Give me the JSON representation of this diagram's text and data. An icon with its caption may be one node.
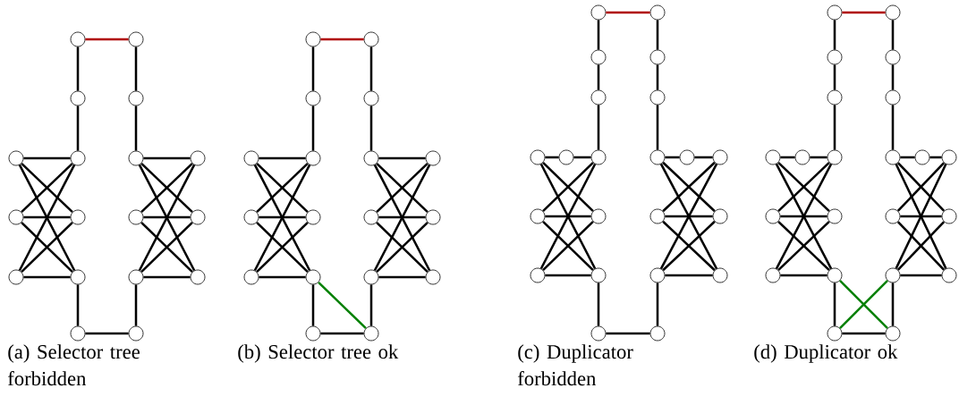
{
  "diagram": {
    "nodes": [
      {
        "text": [],
        "shape": "circle"
      },
      {
        "text": [],
        "shape": "circle"
      },
      {
        "text": [],
        "shape": "circle"
      },
      {
        "text": [],
        "shape": "circle"
      },
      {
        "text": [],
        "shape": "circle"
      },
      {
        "text": [],
        "shape": "circle"
      },
      {
        "text": [],
        "shape": "circle"
      },
      {
        "text": [],
        "shape": "circle"
      },
      {
        "text": [],
        "shape": "circle"
      },
      {
        "text": [],
        "shape": "circle"
      },
      {
        "text": [],
        "shape": "circle"
      },
      {
        "text": [],
        "shape": "circle"
      },
      {
        "text": [],
        "shape": "circle"
      },
      {
        "text": [],
        "shape": "circle"
      },
      {
        "text": [],
        "shape": "circle"
      },
      {
        "text": [],
        "shape": "circle"
      },
      {
        "text": [],
        "shape": "circle"
      },
      {
        "text": [],
        "shape": "circle"
      },
      {
        "text": [],
        "shape": "circle"
      },
      {
        "text": [],
        "shape": "circle"
      },
      {
        "text": [],
        "shape": "circle"
      },
      {
        "text": [],
        "shape": "circle"
      },
      {
        "text": [],
        "shape": "circle"
      },
      {
        "text": [],
        "shape": "circle"
      },
      {
        "text": [],
        "shape": "circle"
      },
      {
        "text": [],
        "shape": "circle"
      },
      {
        "text": [],
        "shape": "circle"
      },
      {
        "text": [],
        "shape": "circle"
      },
      {
        "text": [],
        "shape": "circle"
      },
      {
        "text": [],
        "shape": "circle"
      },
      {
        "text": [],
        "shape": "circle"
      },
      {
        "text": [],
        "shape": "circle"
      },
      {
        "text": [],
        "shape": "circle"
      },
      {
        "text": [],
        "shape": "circle"
      },
      {
        "text": [],
        "shape": "circle"
      },
      {
        "text": [],
        "shape": "circle"
      },
      {
        "text": [],
        "shape": "circle"
      },
      {
        "text": [],
        "shape": "circle"
      },
      {
        "text": [],
        "shape": "circle"
      },
      {
        "text": [],
        "shape": "circle"
      },
      {
        "text": [],
        "shape": "circle"
      },
      {
        "text": [],
        "shape": "circle"
      },
      {
        "text": [],
        "shape": "circle"
      },
      {
        "text": [],
        "shape": "circle"
      },
      {
        "text": [],
        "shape": "circle"
      },
      {
        "text": [],
        "shape": "circle"
      },
      {
        "text": [],
        "shape": "circle"
      },
      {
        "text": [],
        "shape": "circle"
      },
      {
        "text": [],
        "shape": "circle"
      },
      {
        "text": [],
        "shape": "circle"
      },
      {
        "text": [],
        "shape": "circle"
      },
      {
        "text": [],
        "shape": "circle"
      },
      {
        "text": [],
        "shape": "circle"
      },
      {
        "text": [],
        "shape": "circle"
      },
      {
        "text": [],
        "shape": "circle"
      },
      {
        "text": [],
        "shape": "circle"
      },
      {
        "text": [],
        "shape": "circle"
      },
      {
        "text": [],
        "shape": "circle"
      },
      {
        "text": [],
        "shape": "circle"
      },
      {
        "text": [],
        "shape": "circle"
      },
      {
        "text": [],
        "shape": "circle"
      },
      {
        "text": [],
        "shape": "circle"
      },
      {
        "text": [],
        "shape": "circle"
      },
      {
        "text": [],
        "shape": "circle"
      },
      {
        "text": [],
        "shape": "circle"
      },
      {
        "text": [],
        "shape": "circle"
      },
      {
        "text": [],
        "shape": "circle"
      },
      {
        "text": [],
        "shape": "circle"
      },
      {
        "text": [],
        "shape": "circle"
      },
      {
        "text": [],
        "shape": "circle"
      },
      {
        "text": [],
        "shape": "circle"
      },
      {
        "text": [],
        "shape": "circle"
      },
      {
        "text": [],
        "shape": "circle"
      },
      {
        "text": [],
        "shape": "circle"
      },
      {
        "text": [],
        "shape": "circle"
      },
      {
        "text": [],
        "shape": "circle"
      },
      {
        "text": [],
        "shape": "circle"
      },
      {
        "text": [],
        "shape": "circle"
      },
      {
        "text": [],
        "shape": "circle"
      },
      {
        "text": [],
        "shape": "circle"
      }
    ],
    "edges": [
      {
        "from": 0,
        "to": 1,
        "arrow": "none",
        "color": "#b00000"
      },
      {
        "from": 0,
        "to": 2,
        "arrow": "none"
      },
      {
        "from": 2,
        "to": 5,
        "arrow": "none"
      },
      {
        "from": 1,
        "to": 3,
        "arrow": "none"
      },
      {
        "from": 3,
        "to": 6,
        "arrow": "none"
      },
      {
        "from": 4,
        "to": 5,
        "arrow": "none"
      },
      {
        "from": 4,
        "to": 9,
        "arrow": "none"
      },
      {
        "from": 4,
        "to": 13,
        "arrow": "none"
      },
      {
        "from": 8,
        "to": 5,
        "arrow": "none"
      },
      {
        "from": 8,
        "to": 9,
        "arrow": "none"
      },
      {
        "from": 8,
        "to": 13,
        "arrow": "none"
      },
      {
        "from": 12,
        "to": 5,
        "arrow": "none"
      },
      {
        "from": 12,
        "to": 9,
        "arrow": "none"
      },
      {
        "from": 12,
        "to": 13,
        "arrow": "none"
      },
      {
        "from": 6,
        "to": 7,
        "arrow": "none"
      },
      {
        "from": 6,
        "to": 11,
        "arrow": "none"
      },
      {
        "from": 6,
        "to": 15,
        "arrow": "none"
      },
      {
        "from": 10,
        "to": 7,
        "arrow": "none"
      },
      {
        "from": 10,
        "to": 11,
        "arrow": "none"
      },
      {
        "from": 10,
        "to": 15,
        "arrow": "none"
      },
      {
        "from": 14,
        "to": 7,
        "arrow": "none"
      },
      {
        "from": 14,
        "to": 11,
        "arrow": "none"
      },
      {
        "from": 14,
        "to": 15,
        "arrow": "none"
      },
      {
        "from": 13,
        "to": 16,
        "arrow": "none"
      },
      {
        "from": 14,
        "to": 17,
        "arrow": "none"
      },
      {
        "from": 16,
        "to": 17,
        "arrow": "none"
      },
      {
        "from": 18,
        "to": 19,
        "arrow": "none",
        "color": "#b00000"
      },
      {
        "from": 18,
        "to": 20,
        "arrow": "none"
      },
      {
        "from": 20,
        "to": 23,
        "arrow": "none"
      },
      {
        "from": 19,
        "to": 21,
        "arrow": "none"
      },
      {
        "from": 21,
        "to": 24,
        "arrow": "none"
      },
      {
        "from": 22,
        "to": 23,
        "arrow": "none"
      },
      {
        "from": 22,
        "to": 27,
        "arrow": "none"
      },
      {
        "from": 22,
        "to": 31,
        "arrow": "none"
      },
      {
        "from": 26,
        "to": 23,
        "arrow": "none"
      },
      {
        "from": 26,
        "to": 27,
        "arrow": "none"
      },
      {
        "from": 26,
        "to": 31,
        "arrow": "none"
      },
      {
        "from": 30,
        "to": 23,
        "arrow": "none"
      },
      {
        "from": 30,
        "to": 27,
        "arrow": "none"
      },
      {
        "from": 30,
        "to": 31,
        "arrow": "none"
      },
      {
        "from": 24,
        "to": 25,
        "arrow": "none"
      },
      {
        "from": 24,
        "to": 29,
        "arrow": "none"
      },
      {
        "from": 24,
        "to": 33,
        "arrow": "none"
      },
      {
        "from": 28,
        "to": 25,
        "arrow": "none"
      },
      {
        "from": 28,
        "to": 29,
        "arrow": "none"
      },
      {
        "from": 28,
        "to": 33,
        "arrow": "none"
      },
      {
        "from": 32,
        "to": 25,
        "arrow": "none"
      },
      {
        "from": 32,
        "to": 29,
        "arrow": "none"
      },
      {
        "from": 32,
        "to": 33,
        "arrow": "none"
      },
      {
        "from": 31,
        "to": 34,
        "arrow": "none"
      },
      {
        "from": 32,
        "to": 35,
        "arrow": "none"
      },
      {
        "from": 34,
        "to": 35,
        "arrow": "none"
      },
      {
        "from": 31,
        "to": 35,
        "arrow": "none",
        "color": "#008000"
      },
      {
        "from": 36,
        "to": 37,
        "arrow": "none",
        "color": "#b00000"
      },
      {
        "from": 36,
        "to": 38,
        "arrow": "none"
      },
      {
        "from": 38,
        "to": 40,
        "arrow": "none"
      },
      {
        "from": 40,
        "to": 44,
        "arrow": "none"
      },
      {
        "from": 37,
        "to": 39,
        "arrow": "none"
      },
      {
        "from": 39,
        "to": 41,
        "arrow": "none"
      },
      {
        "from": 41,
        "to": 45,
        "arrow": "none"
      },
      {
        "from": 42,
        "to": 43,
        "arrow": "none"
      },
      {
        "from": 43,
        "to": 44,
        "arrow": "none"
      },
      {
        "from": 42,
        "to": 49,
        "arrow": "none"
      },
      {
        "from": 42,
        "to": 53,
        "arrow": "none"
      },
      {
        "from": 48,
        "to": 44,
        "arrow": "none"
      },
      {
        "from": 48,
        "to": 49,
        "arrow": "none"
      },
      {
        "from": 48,
        "to": 53,
        "arrow": "none"
      },
      {
        "from": 52,
        "to": 44,
        "arrow": "none"
      },
      {
        "from": 52,
        "to": 49,
        "arrow": "none"
      },
      {
        "from": 52,
        "to": 53,
        "arrow": "none"
      },
      {
        "from": 45,
        "to": 46,
        "arrow": "none"
      },
      {
        "from": 46,
        "to": 47,
        "arrow": "none"
      },
      {
        "from": 45,
        "to": 51,
        "arrow": "none"
      },
      {
        "from": 45,
        "to": 55,
        "arrow": "none"
      },
      {
        "from": 50,
        "to": 47,
        "arrow": "none"
      },
      {
        "from": 50,
        "to": 51,
        "arrow": "none"
      },
      {
        "from": 50,
        "to": 55,
        "arrow": "none"
      },
      {
        "from": 54,
        "to": 47,
        "arrow": "none"
      },
      {
        "from": 54,
        "to": 51,
        "arrow": "none"
      },
      {
        "from": 54,
        "to": 55,
        "arrow": "none"
      },
      {
        "from": 53,
        "to": 56,
        "arrow": "none"
      },
      {
        "from": 54,
        "to": 57,
        "arrow": "none"
      },
      {
        "from": 56,
        "to": 57,
        "arrow": "none"
      },
      {
        "from": 58,
        "to": 59,
        "arrow": "none",
        "color": "#b00000"
      },
      {
        "from": 58,
        "to": 60,
        "arrow": "none"
      },
      {
        "from": 60,
        "to": 62,
        "arrow": "none"
      },
      {
        "from": 62,
        "to": 66,
        "arrow": "none"
      },
      {
        "from": 59,
        "to": 61,
        "arrow": "none"
      },
      {
        "from": 61,
        "to": 63,
        "arrow": "none"
      },
      {
        "from": 63,
        "to": 67,
        "arrow": "none"
      },
      {
        "from": 64,
        "to": 65,
        "arrow": "none"
      },
      {
        "from": 65,
        "to": 66,
        "arrow": "none"
      },
      {
        "from": 64,
        "to": 71,
        "arrow": "none"
      },
      {
        "from": 64,
        "to": 75,
        "arrow": "none"
      },
      {
        "from": 70,
        "to": 66,
        "arrow": "none"
      },
      {
        "from": 70,
        "to": 71,
        "arrow": "none"
      },
      {
        "from": 70,
        "to": 75,
        "arrow": "none"
      },
      {
        "from": 74,
        "to": 66,
        "arrow": "none"
      },
      {
        "from": 74,
        "to": 71,
        "arrow": "none"
      },
      {
        "from": 74,
        "to": 75,
        "arrow": "none"
      },
      {
        "from": 67,
        "to": 68,
        "arrow": "none"
      },
      {
        "from": 68,
        "to": 69,
        "arrow": "none"
      },
      {
        "from": 67,
        "to": 73,
        "arrow": "none"
      },
      {
        "from": 67,
        "to": 77,
        "arrow": "none"
      },
      {
        "from": 72,
        "to": 69,
        "arrow": "none"
      },
      {
        "from": 72,
        "to": 73,
        "arrow": "none"
      },
      {
        "from": 72,
        "to": 77,
        "arrow": "none"
      },
      {
        "from": 76,
        "to": 69,
        "arrow": "none"
      },
      {
        "from": 76,
        "to": 73,
        "arrow": "none"
      },
      {
        "from": 76,
        "to": 77,
        "arrow": "none"
      },
      {
        "from": 75,
        "to": 78,
        "arrow": "none"
      },
      {
        "from": 76,
        "to": 79,
        "arrow": "none"
      },
      {
        "from": 78,
        "to": 79,
        "arrow": "none"
      },
      {
        "from": 75,
        "to": 79,
        "arrow": "none",
        "color": "#008000"
      },
      {
        "from": 76,
        "to": 78,
        "arrow": "none",
        "color": "#008000"
      }
    ],
    "labels": [
      "(a) Selector tree forbidden",
      "(b) Selector tree ok",
      "(c) Duplicator forbidden",
      "(d) Duplicator ok"
    ]
  }
}
